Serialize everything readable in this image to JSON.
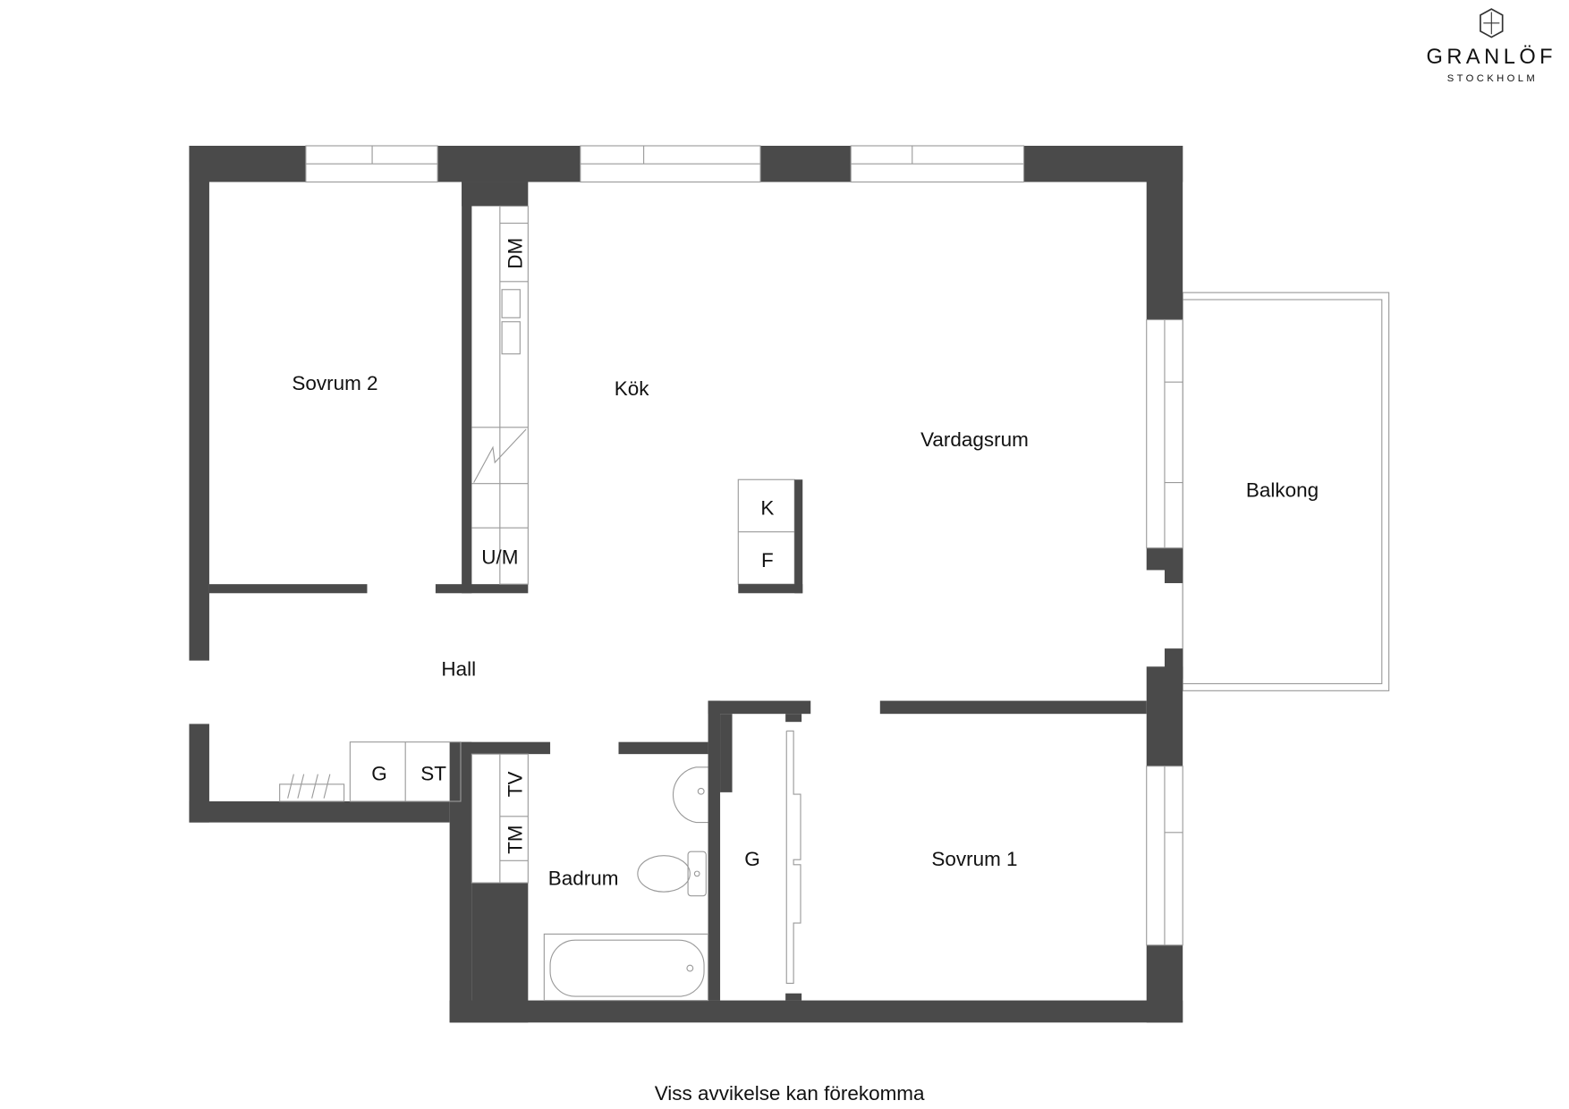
{
  "logo": {
    "brand": "GRANLÖF",
    "city": "STOCKHOLM"
  },
  "rooms": {
    "sovrum2": "Sovrum 2",
    "kok": "Kök",
    "vardagsrum": "Vardagsrum",
    "balkong": "Balkong",
    "hall": "Hall",
    "badrum": "Badrum",
    "sovrum1": "Sovrum 1"
  },
  "fixtures": {
    "dm": "DM",
    "um": "U/M",
    "k": "K",
    "f": "F",
    "g_hall": "G",
    "st": "ST",
    "tv": "TV",
    "tm": "TM",
    "g_closet": "G"
  },
  "footer": "Viss avvikelse kan förekomma",
  "colors": {
    "wall": "#4a4a4a"
  }
}
